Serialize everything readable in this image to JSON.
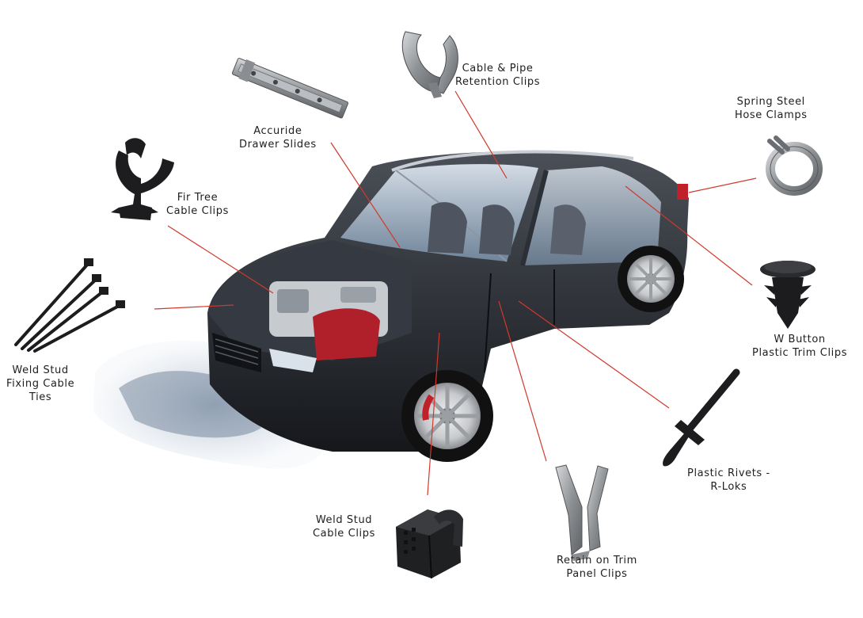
{
  "labels": {
    "cable_pipe": [
      "Cable & Pipe",
      "Retention Clips"
    ],
    "accuride": [
      "Accuride",
      "Drawer Slides"
    ],
    "spring_steel": [
      "Spring Steel",
      "Hose Clamps"
    ],
    "fir_tree": [
      "Fir Tree",
      "Cable Clips"
    ],
    "w_button": [
      "W Button",
      "Plastic Trim Clips"
    ],
    "weld_ties": [
      "Weld Stud",
      "Fixing Cable",
      "Ties"
    ],
    "plastic_rivets": [
      "Plastic Rivets -",
      "R-Loks"
    ],
    "weld_clips": [
      "Weld Stud",
      "Cable Clips"
    ],
    "retain_trim": [
      "Retain on Trim",
      "Panel Clips"
    ]
  },
  "colors": {
    "leader_line": "#d0392b",
    "car_body": "#23262c",
    "glass": "#a9bfd4",
    "engine_red": "#b0202a",
    "part_metal": "#9a9c9e",
    "part_black": "#1d1d1f",
    "reflection": "#c3ccd6"
  }
}
